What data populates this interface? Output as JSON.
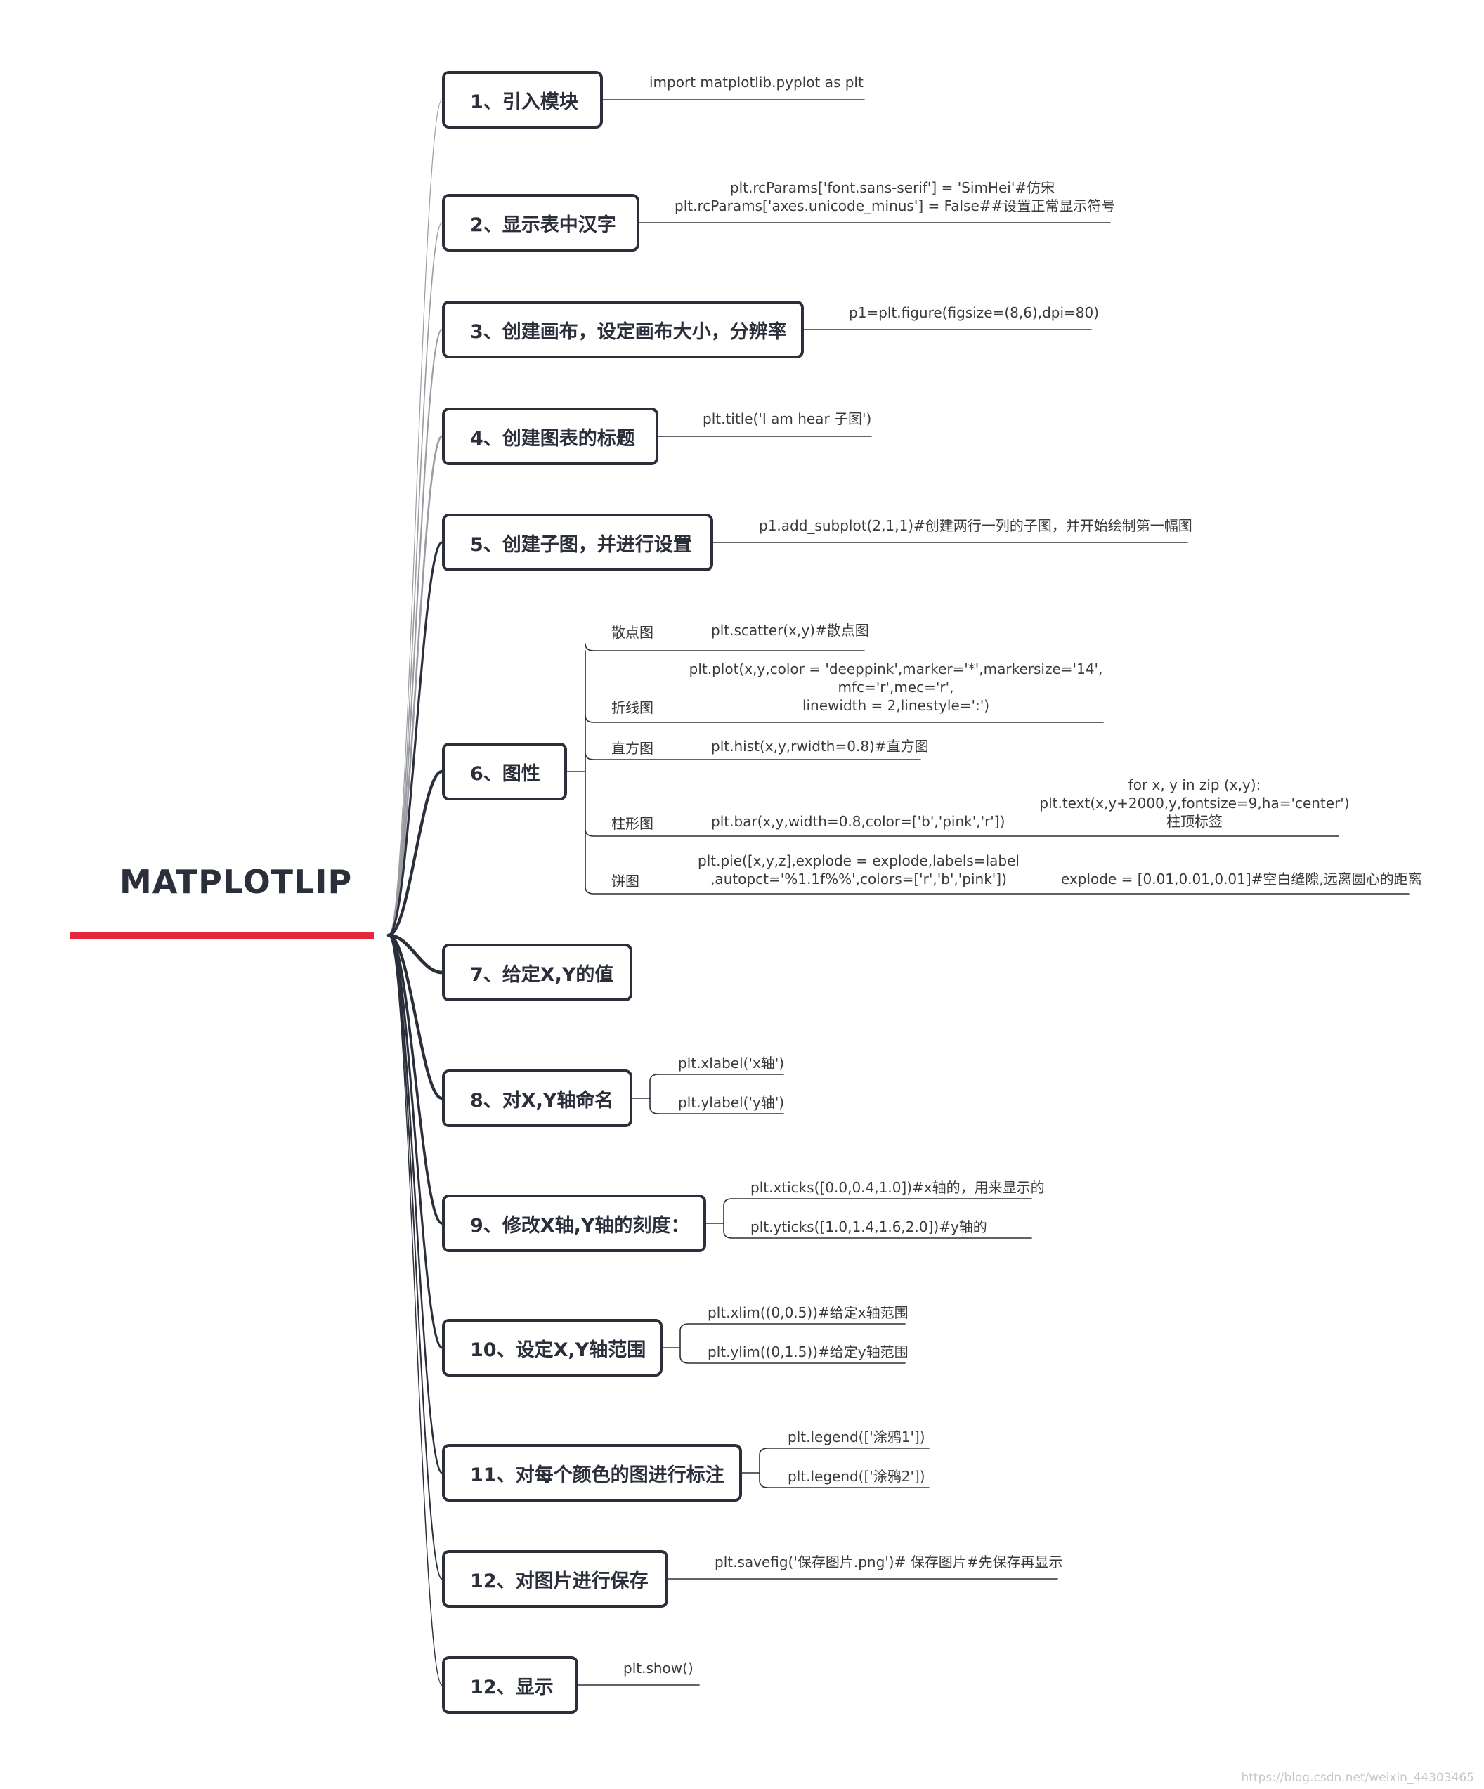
{
  "root": {
    "title": "MATPLOTLIP"
  },
  "nodes": [
    {
      "label": "1、引入模块",
      "code": [
        "import matplotlib.pyplot as plt"
      ]
    },
    {
      "label": "2、显示表中汉字",
      "code": [
        "plt.rcParams['font.sans-serif'] = 'SimHei'#仿宋",
        "plt.rcParams['axes.unicode_minus'] = False##设置正常显示符号"
      ]
    },
    {
      "label": "3、创建画布，设定画布大小，分辨率",
      "code": [
        "p1=plt.figure(figsize=(8,6),dpi=80)"
      ]
    },
    {
      "label": "4、创建图表的标题",
      "code": [
        "plt.title('I am hear 子图')"
      ]
    },
    {
      "label": "5、创建子图，并进行设置",
      "code": [
        "p1.add_subplot(2,1,1)#创建两行一列的子图，并开始绘制第一幅图"
      ]
    },
    {
      "label": "6、图性",
      "children": [
        {
          "label": "散点图",
          "code": [
            "plt.scatter(x,y)#散点图"
          ]
        },
        {
          "label": "折线图",
          "code": [
            "plt.plot(x,y,color = 'deeppink',marker='*',markersize='14',",
            "mfc='r',mec='r',",
            "linewidth = 2,linestyle=':')"
          ]
        },
        {
          "label": "直方图",
          "code": [
            "plt.hist(x,y,rwidth=0.8)#直方图"
          ]
        },
        {
          "label": "柱形图",
          "code": [
            "plt.bar(x,y,width=0.8,color=['b','pink','r'])"
          ],
          "note": [
            "for x, y in zip (x,y):",
            "plt.text(x,y+2000,y,fontsize=9,ha='center')",
            "柱顶标签"
          ]
        },
        {
          "label": "饼图",
          "code": [
            "plt.pie([x,y,z],explode = explode,labels=label",
            ",autopct='%1.1f%%',colors=['r','b','pink'])"
          ],
          "note": [
            "explode = [0.01,0.01,0.01]#空白缝隙,远离圆心的距离"
          ]
        }
      ]
    },
    {
      "label": "7、给定X,Y的值"
    },
    {
      "label": "8、对X,Y轴命名",
      "children": [
        {
          "code": [
            "plt.xlabel('x轴')"
          ]
        },
        {
          "code": [
            "plt.ylabel('y轴')"
          ]
        }
      ]
    },
    {
      "label": "9、修改X轴,Y轴的刻度：",
      "children": [
        {
          "code": [
            "plt.xticks([0.0,0.4,1.0])#x轴的，用来显示的"
          ]
        },
        {
          "code": [
            "plt.yticks([1.0,1.4,1.6,2.0])#y轴的"
          ]
        }
      ]
    },
    {
      "label": "10、设定X,Y轴范围",
      "children": [
        {
          "code": [
            "plt.xlim((0,0.5))#给定x轴范围"
          ]
        },
        {
          "code": [
            "plt.ylim((0,1.5))#给定y轴范围"
          ]
        }
      ]
    },
    {
      "label": "11、对每个颜色的图进行标注",
      "children": [
        {
          "code": [
            "plt.legend(['涂鸦1'])"
          ]
        },
        {
          "code": [
            "plt.legend(['涂鸦2'])"
          ]
        }
      ]
    },
    {
      "label": "12、对图片进行保存",
      "code": [
        "plt.savefig('保存图片.png')# 保存图片#先保存再显示"
      ]
    },
    {
      "label": "12、显示",
      "code": [
        "plt.show()"
      ]
    }
  ],
  "watermark": "https://blog.csdn.net/weixin_44303465",
  "colors": {
    "line": "#2b2f3b",
    "accent": "#e5273e",
    "text": "#3a3a3a"
  }
}
